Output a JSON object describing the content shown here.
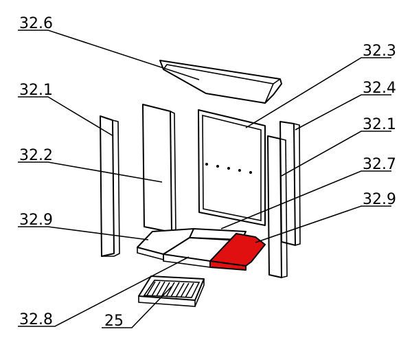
{
  "diagram": {
    "highlight_color": "#e01010",
    "labels": {
      "l_32_6": "32.6",
      "l_32_3": "32.3",
      "l_32_1_left": "32.1",
      "l_32_4": "32.4",
      "l_32_1_right": "32.1",
      "l_32_2": "32.2",
      "l_32_7": "32.7",
      "l_32_9_left": "32.9",
      "l_32_9_right": "32.9",
      "l_32_8": "32.8",
      "l_25": "25"
    }
  }
}
